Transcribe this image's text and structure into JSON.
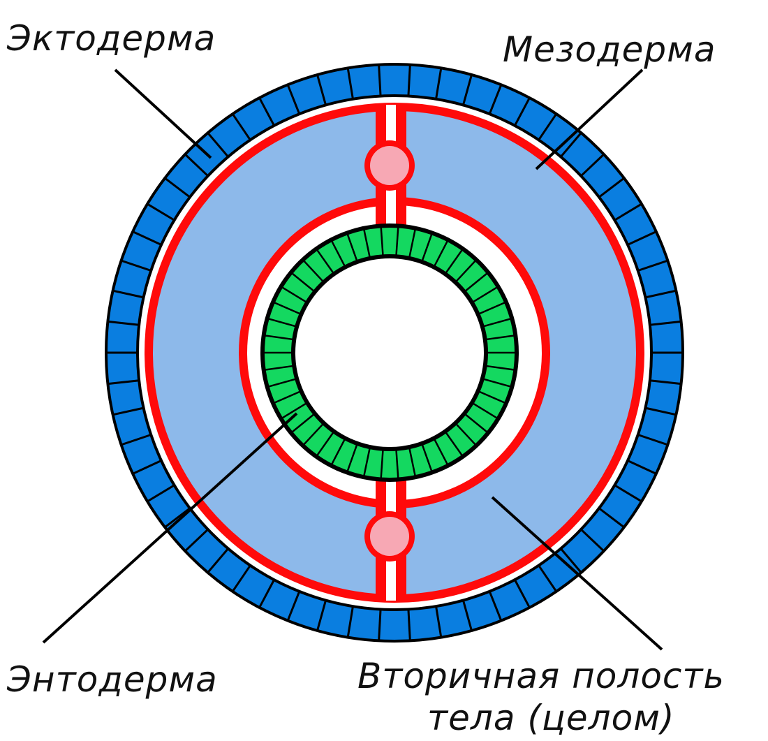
{
  "labels": {
    "ectoderm": "Эктодерма",
    "mesoderm": "Мезодерма",
    "endoderm": "Энтодерма",
    "coelom_line1": "Вторичная полость",
    "coelom_line2": "тела (целом)"
  },
  "colors": {
    "ectoderm": "#0a7ee0",
    "mesoderm": "#ff0a0a",
    "coelom": "#8db9ea",
    "endoderm": "#14d860",
    "vessel": "#f7a8b4"
  }
}
